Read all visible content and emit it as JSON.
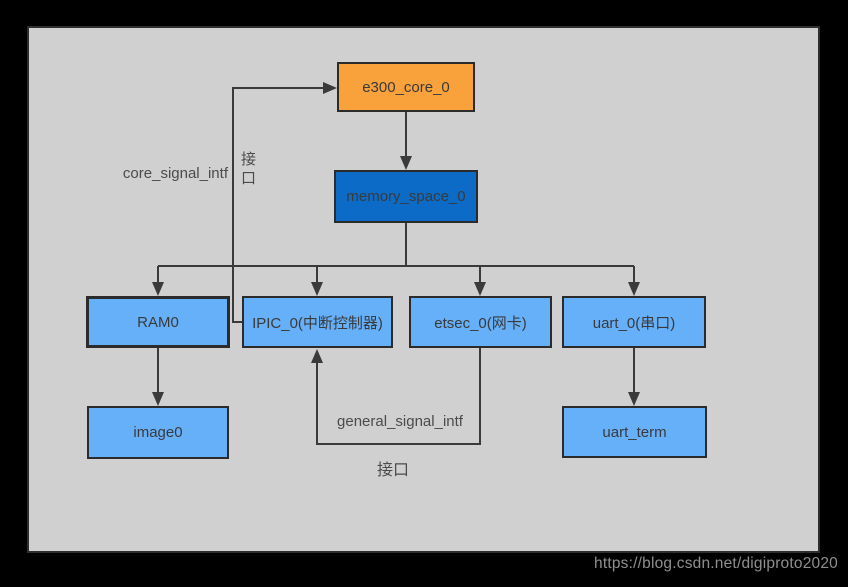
{
  "page": {
    "watermark": "https://blog.csdn.net/digiproto2020",
    "background_color": "#000000",
    "panel_color": "#d0d0d0"
  },
  "diagram": {
    "line_color": "#3a3a3a",
    "nodes": [
      {
        "id": "e300_core_0",
        "label": "e300_core_0",
        "color": "#f9a23b"
      },
      {
        "id": "memory_space_0",
        "label": "memory_space_0",
        "color": "#0b6bc7"
      },
      {
        "id": "ram0",
        "label": "RAM0",
        "color": "#66b0fa"
      },
      {
        "id": "ipic_0",
        "label": "IPIC_0(中断控制器)",
        "color": "#66b0fa"
      },
      {
        "id": "etsec_0",
        "label": "etsec_0(网卡)",
        "color": "#66b0fa"
      },
      {
        "id": "uart_0",
        "label": "uart_0(串口)",
        "color": "#66b0fa"
      },
      {
        "id": "image0",
        "label": "image0",
        "color": "#66b0fa"
      },
      {
        "id": "uart_term",
        "label": "uart_term",
        "color": "#66b0fa"
      }
    ],
    "labels": {
      "core_signal_intf": "core_signal_intf",
      "interface_top": "接口",
      "general_signal_intf": "general_signal_intf",
      "interface_bottom": "接口"
    },
    "edges": [
      {
        "from": "e300_core_0",
        "to": "memory_space_0"
      },
      {
        "from": "memory_space_0",
        "to": "ram0"
      },
      {
        "from": "memory_space_0",
        "to": "ipic_0"
      },
      {
        "from": "memory_space_0",
        "to": "etsec_0"
      },
      {
        "from": "memory_space_0",
        "to": "uart_0"
      },
      {
        "from": "ram0",
        "to": "image0"
      },
      {
        "from": "uart_0",
        "to": "uart_term"
      },
      {
        "from": "ipic_0",
        "to": "e300_core_0",
        "label": "core_signal_intf 接口"
      },
      {
        "from": "etsec_0",
        "to": "ipic_0",
        "label": "general_signal_intf 接口"
      }
    ]
  }
}
